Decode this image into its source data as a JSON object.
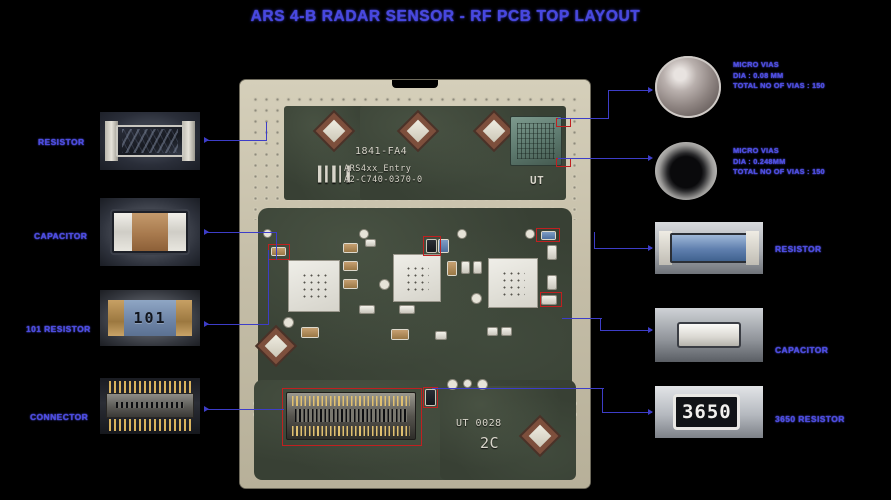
{
  "title": "ARS 4-B RADAR SENSOR - RF PCB TOP LAYOUT",
  "accent_color": "#4747e0",
  "leader_color": "#3d3dc8",
  "highlight_color": "#c02020",
  "left_callouts": [
    {
      "label": "RESISTOR",
      "icon": "resistor-macro-photo"
    },
    {
      "label": "CAPACITOR",
      "icon": "capacitor-macro-photo"
    },
    {
      "label": "101 RESISTOR",
      "icon": "resistor-101-macro-photo",
      "marking": "101"
    },
    {
      "label": "CONNECTOR",
      "icon": "connector-macro-photo"
    }
  ],
  "right_callouts": [
    {
      "label": "RESISTOR",
      "icon": "resistor-macro-photo"
    },
    {
      "label": "CAPACITOR",
      "icon": "capacitor-macro-photo"
    },
    {
      "label": "3650 RESISTOR",
      "icon": "resistor-3650-macro-photo",
      "marking": "3650"
    }
  ],
  "via_callouts": [
    {
      "icon": "filled-micro-via-photo",
      "line1": "MICRO VIAS",
      "line2": "DIA : 0.08 MM",
      "line3": "TOTAL NO OF VIAS : 150"
    },
    {
      "icon": "open-micro-via-photo",
      "line1": "MICRO VIAS",
      "line2": "DIA : 0.248MM",
      "line3": "TOTAL NO OF VIAS : 150"
    }
  ],
  "pcb": {
    "silkscreen": {
      "part_number": "1841-FA4",
      "project": "ARS4xx_Entry",
      "drawing_number": "A2-C740-0370-0",
      "shield_mark": "UT",
      "bottom_mark": "UT 0028",
      "bottom_mark2": "2C"
    }
  }
}
